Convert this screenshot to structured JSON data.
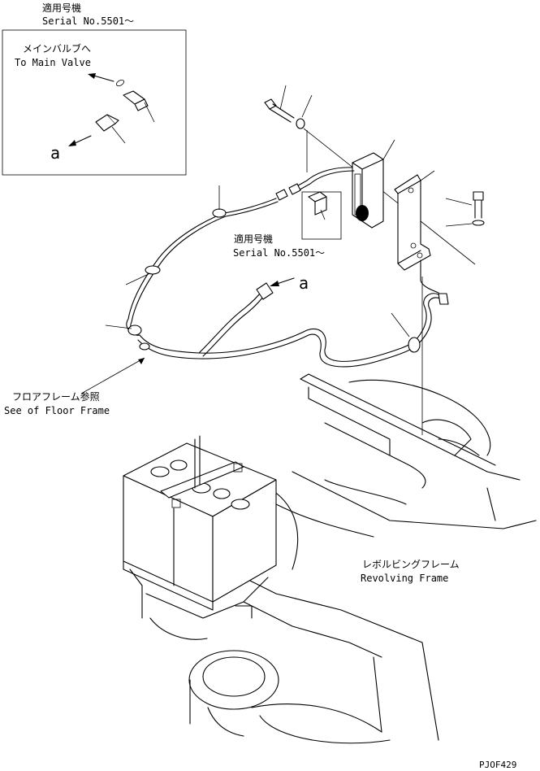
{
  "header": {
    "serial_jp": "適用号機",
    "serial_en": "Serial No.5501～"
  },
  "inset": {
    "main_valve_jp": "メインバルブへ",
    "main_valve_en": "To Main Valve",
    "arrow_label": "a"
  },
  "callouts": {
    "serial_jp": "適用号機",
    "serial_en": "Serial No.5501～",
    "arrow_label": "a",
    "floor_frame_jp": "フロアフレーム参照",
    "floor_frame_en": "See of Floor Frame",
    "revolving_frame_jp": "レボルビングフレーム",
    "revolving_frame_en": "Revolving Frame"
  },
  "footer": {
    "drawing_code": "PJOF429"
  }
}
